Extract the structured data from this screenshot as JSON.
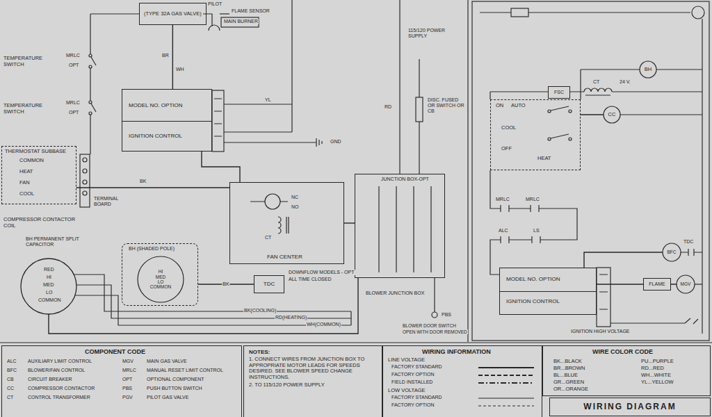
{
  "diagram": {
    "title": "WIRING DIAGRAM",
    "nodes": [
      {
        "text": [
          "(TYPE 32A GAS VALVE)"
        ]
      },
      {
        "text": [
          "MODEL NO. OPTION",
          "IGNITION CONTROL"
        ]
      },
      {
        "text": [
          "THERMOSTAT SUBBASE",
          "COMMON",
          "HEAT",
          "FAN",
          "COOL"
        ]
      },
      {
        "text": [
          "FAN CENTER"
        ]
      },
      {
        "text": [
          "JUNCTION BOX-OPT"
        ]
      },
      {
        "text": [
          "TDC"
        ]
      },
      {
        "text": [
          "BH PERMANENT SPLIT CAPACITOR",
          "RED",
          "HI",
          "MED",
          "LO",
          "COMMON"
        ]
      },
      {
        "text": [
          "BH (SHADED POLE)"
        ]
      },
      {
        "text": [
          "HI",
          "MED",
          "LO",
          "COMMON"
        ],
        "in": 7
      },
      {
        "text": [
          "ON",
          "AUTO",
          "COOL",
          "OFF",
          "HEAT"
        ]
      },
      {
        "text": [
          "FSC"
        ]
      },
      {
        "text": [
          "CC"
        ]
      },
      {
        "text": [
          "BH"
        ]
      },
      {
        "text": [
          "MODEL NO. OPTION",
          "IGNITION CONTROL"
        ]
      },
      {
        "text": [
          "FLAME"
        ]
      },
      {
        "text": [
          "MGV"
        ]
      },
      {
        "text": [
          "BFC"
        ]
      },
      {
        "text": [
          "COMPONENT CODE",
          "ALC",
          "AUXILIARY LIMIT CONTROL",
          "BFC",
          "BLOWER/FAN CONTROL",
          "CB",
          "CIRCUIT BREAKER",
          "CC",
          "COMPRESSOR CONTACTOR",
          "CT",
          "CONTROL TRANSFORMER",
          "MGV",
          "MAIN GAS VALVE",
          "MRLC",
          "MANUAL RESET LIMIT CONTROL",
          "OPT",
          "OPTIONAL COMPONENT",
          "PBS",
          "PUSH BUTTON SWITCH",
          "PGV",
          "PILOT GAS VALVE"
        ]
      },
      {
        "text": [
          "NOTES:",
          "1. CONNECT WIRES FROM JUNCTION BOX TO APPROPRIATE MOTOR LEADS FOR SPEEDS DESIRED. SEE BLOWER SPEED CHANGE INSTRUCTIONS.",
          "2. TO 115/120 POWER SUPPLY"
        ]
      },
      {
        "text": [
          "WIRING INFORMATION",
          "LINE VOLTAGE",
          "LOW VOLTAGE"
        ]
      },
      {
        "text": [
          "WIRE COLOR CODE",
          "BK...BLACK",
          "BR...BROWN",
          "BL...BLUE",
          "GR...GREEN",
          "OR...ORANGE",
          "PU...PURPLE",
          "RD...RED",
          "WH...WHITE",
          "YL...YELLOW"
        ]
      }
    ],
    "edges": [
      {
        "from": 0,
        "to": 1,
        "arrow": "none"
      },
      {
        "from": 2,
        "to": 3,
        "arrow": "none"
      },
      {
        "from": 1,
        "to": 3,
        "arrow": "none"
      },
      {
        "from": 3,
        "to": 4,
        "arrow": "none"
      },
      {
        "from": 7,
        "to": 5,
        "label": "BK",
        "arrow": "none"
      },
      {
        "from": 4,
        "to": 6,
        "arrow": "none"
      },
      {
        "from": 9,
        "to": 11,
        "arrow": "none"
      },
      {
        "from": 13,
        "to": 14,
        "arrow": "none"
      },
      {
        "from": 14,
        "to": 15,
        "arrow": "none"
      },
      {
        "from": 13,
        "to": 16,
        "arrow": "none"
      }
    ],
    "labels": [
      "PILOT",
      "FLAME SENSOR",
      "MAIN BURNER",
      "TEMPERATURE SWITCH",
      "MRLC",
      "OPT",
      "TEMPERATURE SWITCH",
      "MRLC",
      "OPT",
      "BR",
      "WH",
      "YL",
      "GND",
      "RD",
      "115/120 POWER SUPPLY",
      "DISC. FUSED OR SWITCH OR CB",
      "BK",
      "TERMINAL BOARD",
      "COMPRESSOR CONTACTOR COIL",
      "NC",
      "NO",
      "CT",
      "DOWNFLOW MODELS - OPT",
      "ALL TIME CLOSED",
      "BLOWER JUNCTION BOX",
      "BK(COOLING)",
      "RD(HEATING)",
      "WH(COMMON)",
      "PBS",
      "BLOWER DOOR SWITCH",
      "OPEN WITH DOOR REMOVED",
      "CT",
      "24 V.",
      "MRLC",
      "MRLC",
      "ALC",
      "LS",
      "TDC",
      "IGNITION HIGH VOLTAGE"
    ],
    "legend": [
      {
        "text": "FACTORY STANDARD"
      },
      {
        "text": "FACTORY OPTION"
      },
      {
        "text": "FIELD INSTALLED"
      },
      {
        "text": "FACTORY STANDARD"
      },
      {
        "text": "FACTORY OPTION"
      }
    ]
  }
}
